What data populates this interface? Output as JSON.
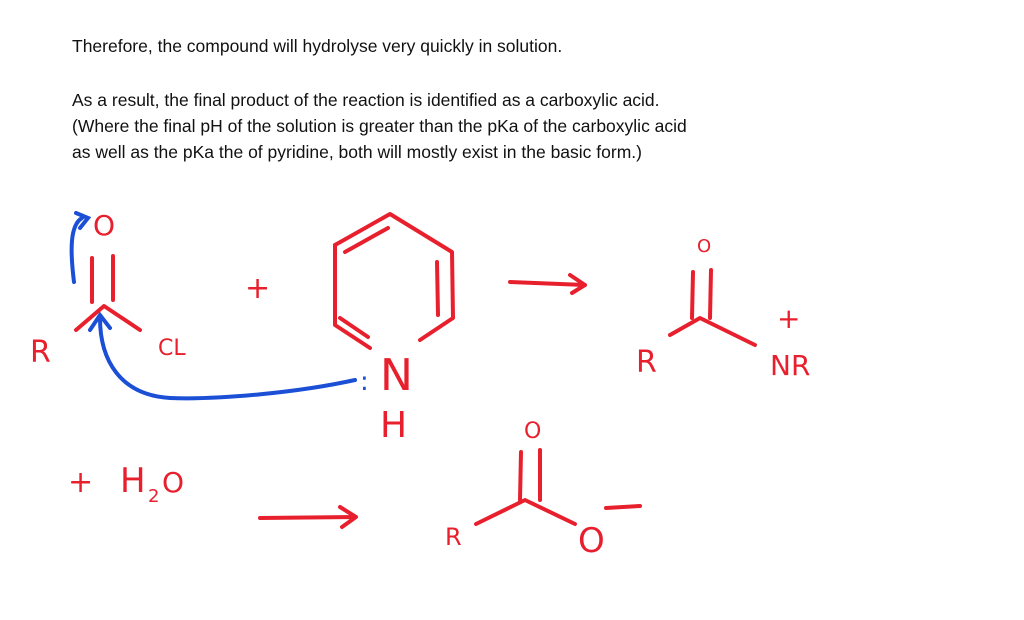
{
  "text": {
    "line1": "Therefore, the compound will hydrolyse very quickly in solution.",
    "line2": "As a result, the final product of the reaction is identified as a carboxylic acid.",
    "line3": "(Where the final pH of the solution is greater than the pKa of the carboxylic acid",
    "line4": "as well as the pKa the of pyridine, both will mostly exist in the basic form.)"
  },
  "drawing": {
    "ink_red": "#e8202e",
    "ink_blue": "#1a4fd6",
    "reactant": {
      "o": "O",
      "r": "R",
      "cl": "CL"
    },
    "plus1": "+",
    "pyridine": {
      "n": "N",
      "h": "H",
      "lone_pair": ":"
    },
    "product1": {
      "o": "O",
      "r": "R",
      "plus": "+",
      "nr": "NR"
    },
    "water": {
      "plus": "+",
      "h": "H",
      "sub": "2",
      "o": "O"
    },
    "product2": {
      "o": "O",
      "r": "R",
      "o_minus": "O",
      "minus": "−"
    }
  }
}
